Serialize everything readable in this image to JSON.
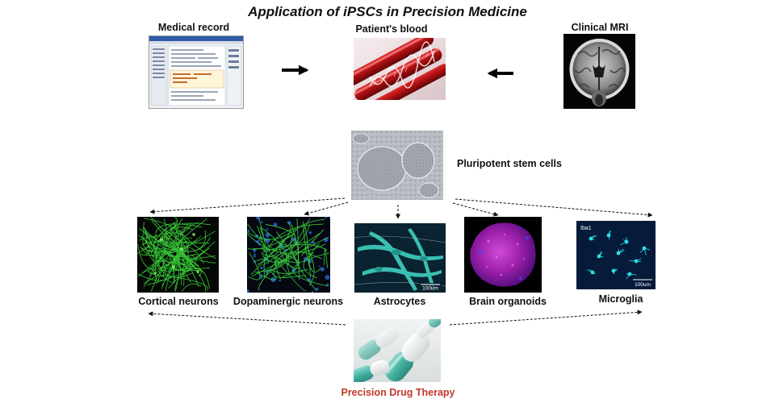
{
  "title": "Application of iPSCs in Precision Medicine",
  "sources": {
    "medical_record": "Medical record",
    "patient_blood": "Patient's blood",
    "clinical_mri": "Clinical MRI"
  },
  "stem_cells": "Pluripotent stem cells",
  "cell_types": {
    "cortical_neurons": "Cortical neurons",
    "dopaminergic_neurons": "Dopaminergic neurons",
    "astrocytes": "Astrocytes",
    "brain_organoids": "Brain organoids",
    "microglia": "Microglia"
  },
  "image_text": {
    "scale_bar_astro": "100um",
    "iba1": "Iba1",
    "scale_bar_micro": "100um"
  },
  "therapy": "Precision Drug Therapy",
  "colors": {
    "therapy": "#c0392b",
    "neuron_green": "#3ddc3d",
    "astro_cyan": "#3fd0c0",
    "organoid_magenta": "#c22ad0",
    "microglia_cyan": "#28e0e8"
  }
}
